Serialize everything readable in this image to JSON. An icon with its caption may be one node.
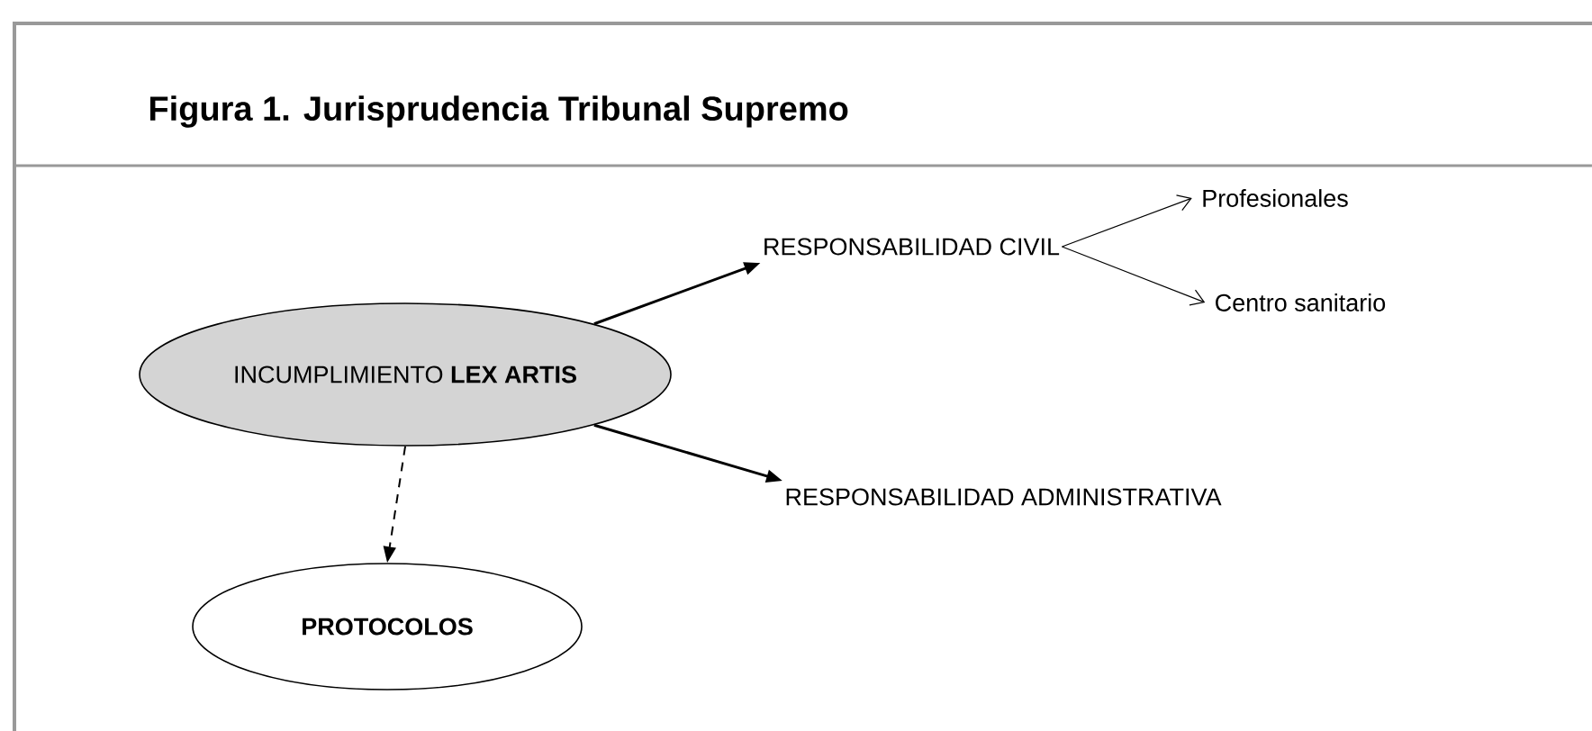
{
  "diagram": {
    "title": "Figura 1. Jurisprudencia Tribunal Supremo",
    "nodes": [
      {
        "text": [
          "INCUMPLIMIENTO **LEX ARTIS**"
        ]
      },
      {
        "text": [
          "RESPONSABILIDAD CIVIL"
        ]
      },
      {
        "text": [
          "Profesionales"
        ]
      },
      {
        "text": [
          "Centro sanitario"
        ]
      },
      {
        "text": [
          "RESPONSABILIDAD ADMINISTRATIVA"
        ]
      },
      {
        "text": [
          "PROTOCOLOS"
        ]
      }
    ],
    "edges": [
      {
        "from": 0,
        "to": 1,
        "arrow": "to"
      },
      {
        "from": 1,
        "to": 2,
        "arrow": "to"
      },
      {
        "from": 1,
        "to": 3,
        "arrow": "to"
      },
      {
        "from": 0,
        "to": 4,
        "arrow": "to"
      },
      {
        "from": 0,
        "to": 5,
        "arrow": "to",
        "style": "dashed"
      }
    ]
  }
}
